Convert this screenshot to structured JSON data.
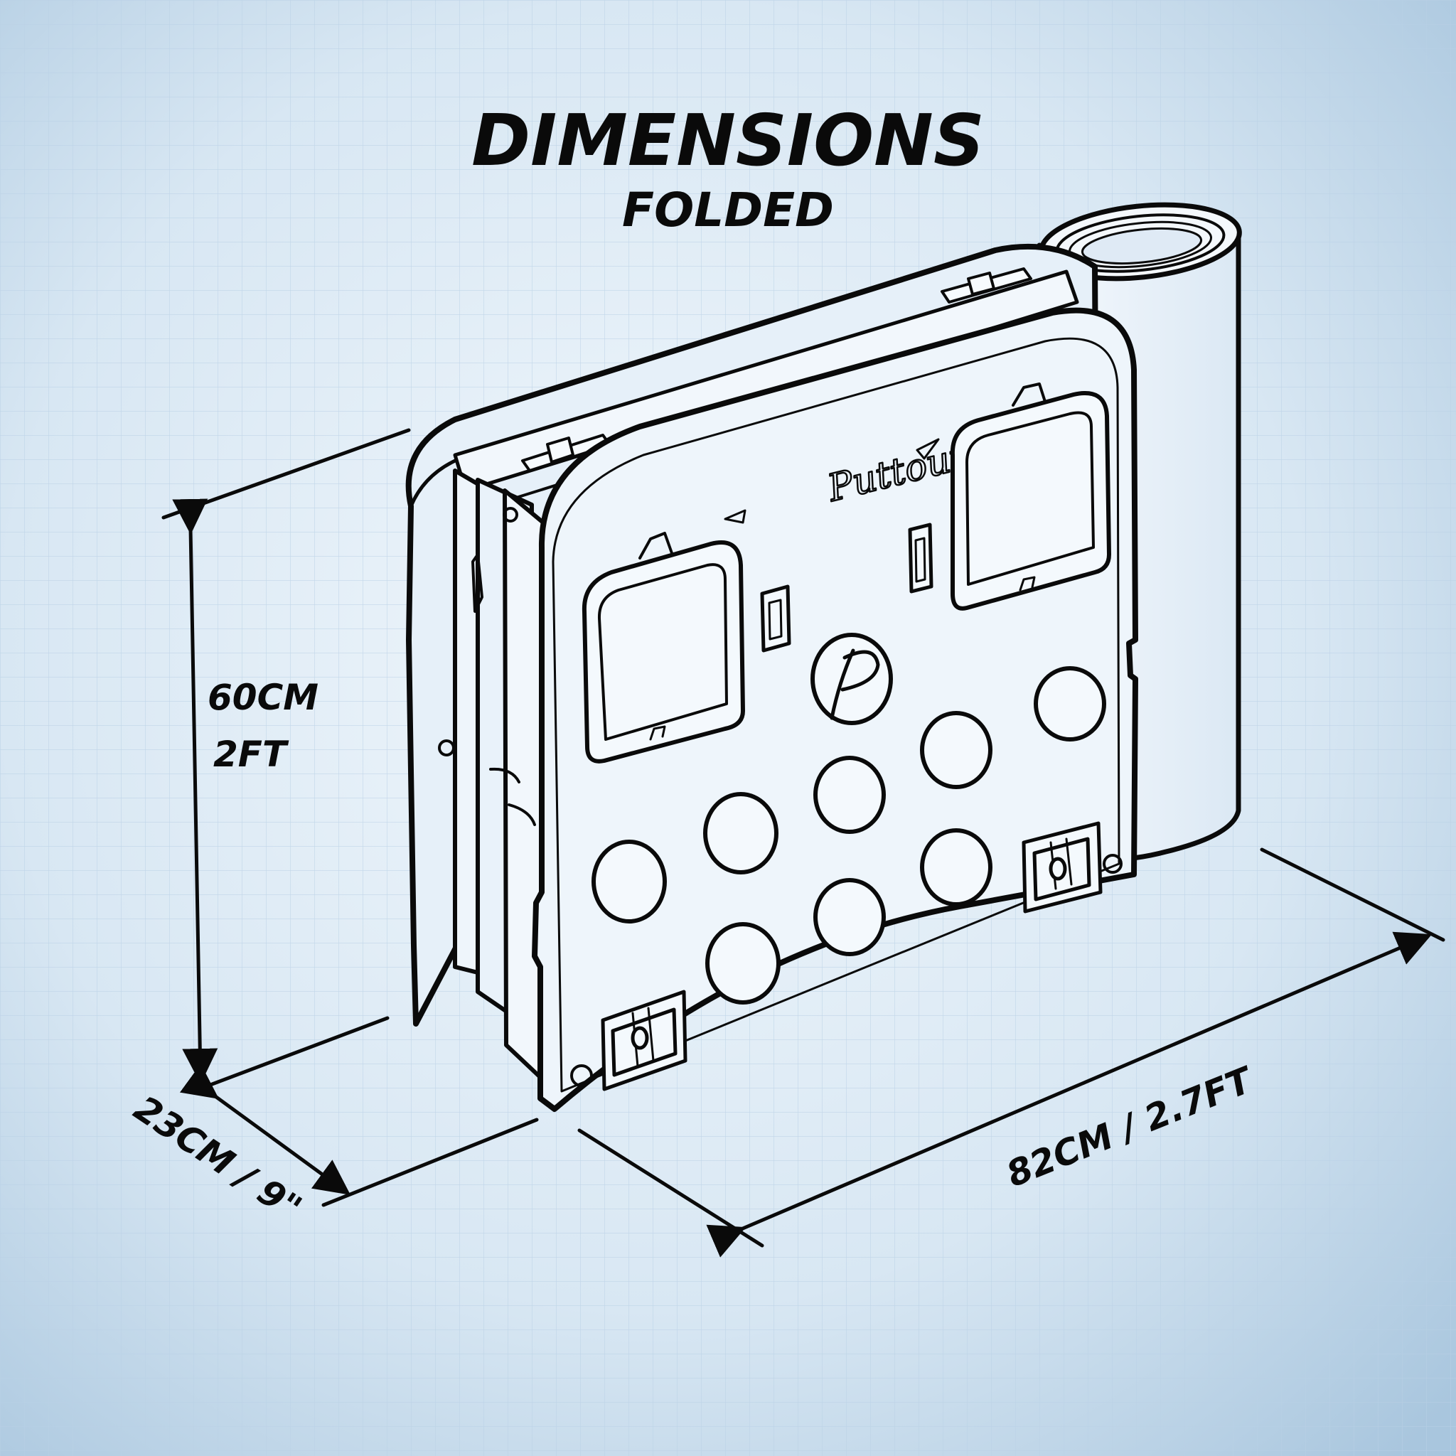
{
  "heading": {
    "title": "DIMENSIONS",
    "subtitle": "FOLDED"
  },
  "product": {
    "brand_script": "Puttout"
  },
  "dimensions": {
    "height_metric": "60CM",
    "height_imperial": "2FT",
    "depth_label": "23CM / 9\"",
    "width_label": "82CM / 2.7FT"
  },
  "colors": {
    "background": "#dce9f4",
    "grid": "#b7cfe4",
    "product_fill": "#eaf3fb",
    "line": "#0a0a0a"
  }
}
